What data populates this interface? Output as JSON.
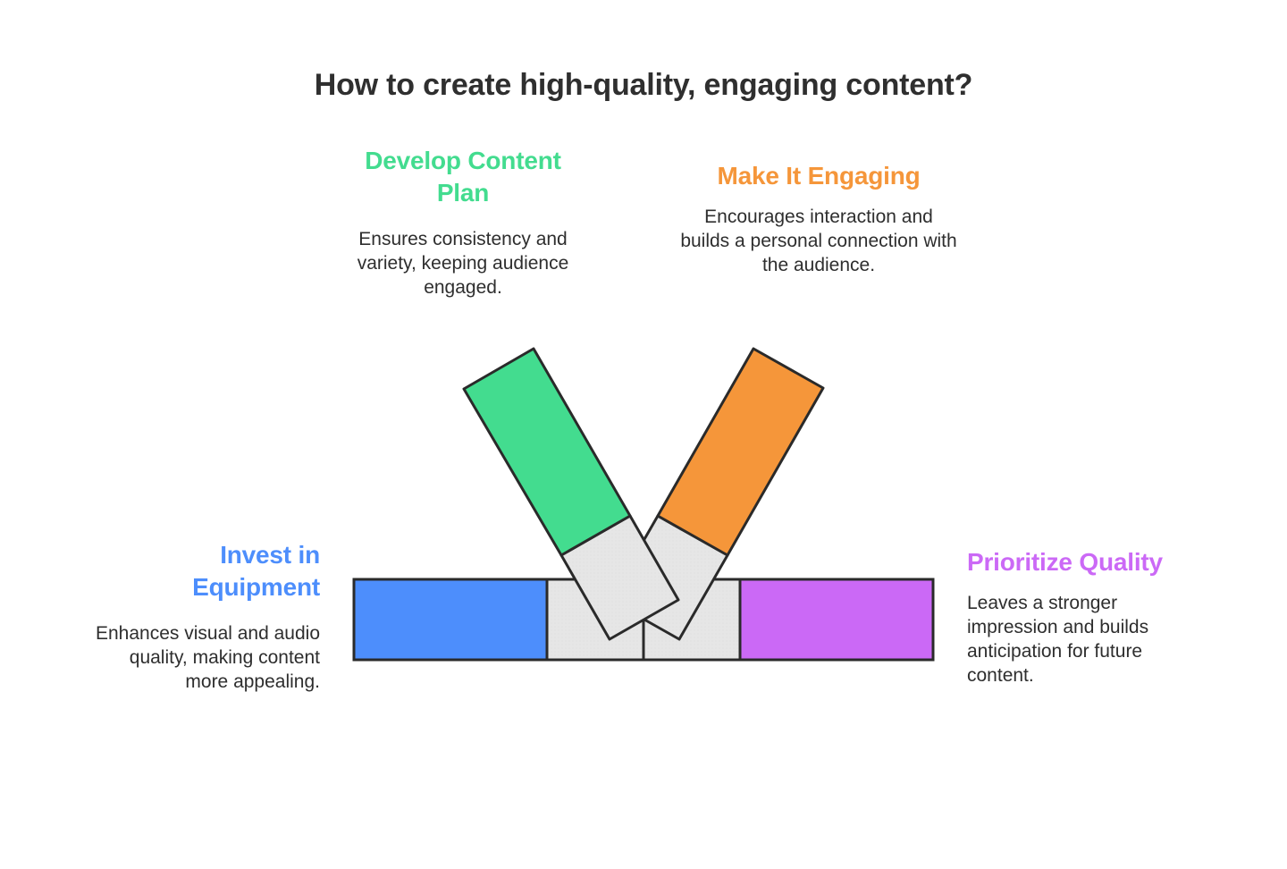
{
  "title": "How to create high-quality, engaging content?",
  "colors": {
    "green": "#43DC8F",
    "orange": "#F5963A",
    "blue": "#4D8EFC",
    "purple": "#CB69F6",
    "gray": "#E6E6E6",
    "stroke": "#2A2A2A",
    "text": "#2E2E2E"
  },
  "items": [
    {
      "key": "develop",
      "title": "Develop Content Plan",
      "description": "Ensures consistency and variety, keeping audience engaged.",
      "color": "#43DC8F"
    },
    {
      "key": "engaging",
      "title": "Make It Engaging",
      "description": "Encourages interaction and builds a personal connection with the audience.",
      "color": "#F5963A"
    },
    {
      "key": "equipment",
      "title": "Invest in Equipment",
      "description": "Enhances visual and audio quality, making content more appealing.",
      "color": "#4D8EFC"
    },
    {
      "key": "quality",
      "title": "Prioritize Quality",
      "description": "Leaves a stronger impression and builds anticipation for future content.",
      "color": "#CB69F6"
    }
  ]
}
